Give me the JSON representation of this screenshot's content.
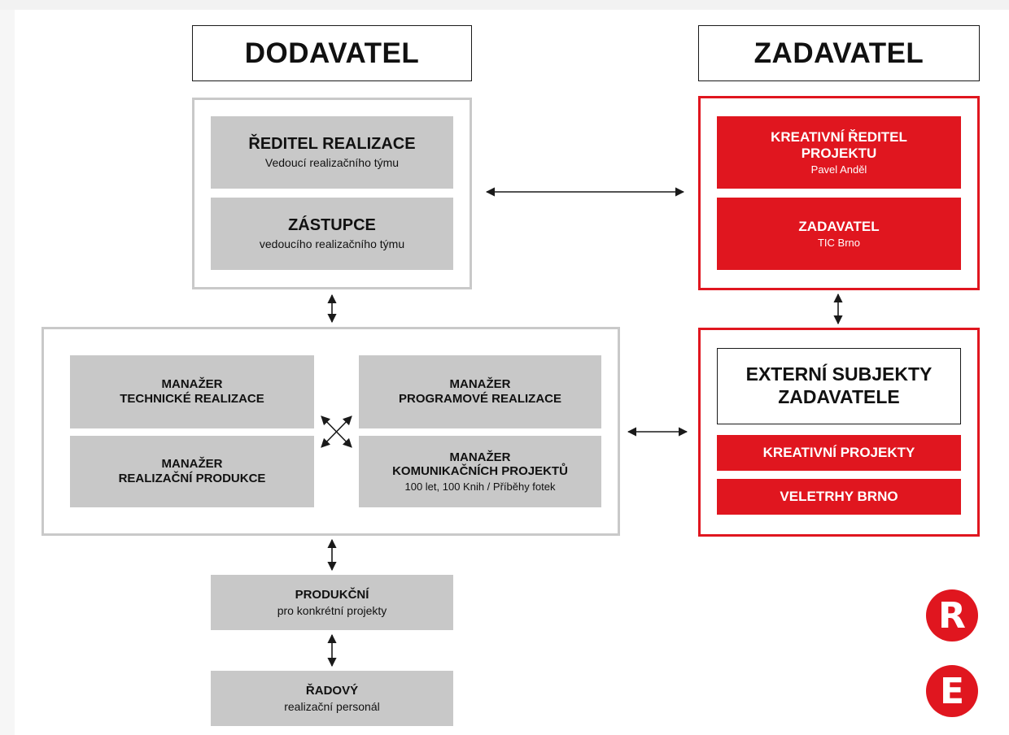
{
  "headers": {
    "left": "DODAVATEL",
    "right": "ZADAVATEL"
  },
  "supplier_top": {
    "director": {
      "title": "ŘEDITEL REALIZACE",
      "subtitle": "Vedoucí realizačního týmu"
    },
    "deputy": {
      "title": "ZÁSTUPCE",
      "subtitle": "vedoucího realizačního týmu"
    }
  },
  "supplier_managers": {
    "technical": {
      "line1": "MANAŽER",
      "line2": "TECHNICKÉ REALIZACE"
    },
    "program": {
      "line1": "MANAŽER",
      "line2": "PROGRAMOVÉ REALIZACE"
    },
    "production": {
      "line1": "MANAŽER",
      "line2": "REALIZAČNÍ PRODUKCE"
    },
    "communication": {
      "line1": "MANAŽER",
      "line2": "KOMUNIKAČNÍCH PROJEKTŮ",
      "subtitle": "100 let, 100 Knih / Příběhy fotek"
    }
  },
  "producer": {
    "title": "PRODUKČNÍ",
    "subtitle": "pro konkrétní projekty"
  },
  "staff": {
    "title": "ŘADOVÝ",
    "subtitle": "realizační personál"
  },
  "client_top": {
    "creative_director": {
      "line1": "KREATIVNÍ ŘEDITEL",
      "line2": "PROJEKTU",
      "subtitle": "Pavel Anděl"
    },
    "client": {
      "title": "ZADAVATEL",
      "subtitle": "TIC Brno"
    }
  },
  "client_external": {
    "heading_line1": "EXTERNÍ SUBJEKTY",
    "heading_line2": "ZADAVATELE",
    "items": [
      "KREATIVNÍ PROJEKTY",
      "VELETRHY BRNO"
    ]
  },
  "logo": {
    "letters": [
      "R",
      "E"
    ]
  },
  "colors": {
    "accent_red": "#e0161f",
    "box_grey": "#c8c8c8",
    "frame_grey": "#c9c9c9"
  }
}
